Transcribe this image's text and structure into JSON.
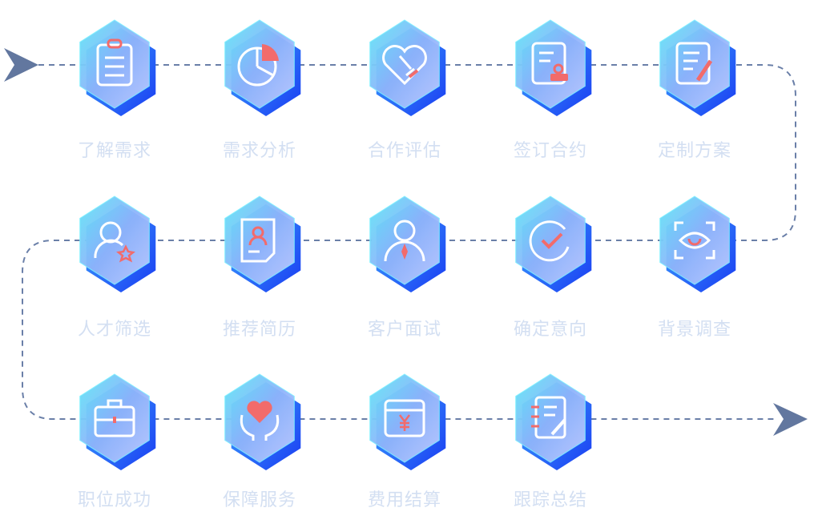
{
  "colors": {
    "line": "#6a7fa8",
    "label": "#d3dff2",
    "accent": "#f26b6b",
    "hex_back": "#1f45f2",
    "hex_front_a": "#5fe6f6",
    "hex_front_b": "#b4c6ff"
  },
  "steps": [
    {
      "label": "了解需求",
      "icon": "clipboard-icon"
    },
    {
      "label": "需求分析",
      "icon": "pie-chart-icon"
    },
    {
      "label": "合作评估",
      "icon": "heart-handshake-icon"
    },
    {
      "label": "签订合约",
      "icon": "contract-stamp-icon"
    },
    {
      "label": "定制方案",
      "icon": "document-edit-icon"
    },
    {
      "label": "人才筛选",
      "icon": "user-star-icon"
    },
    {
      "label": "推荐简历",
      "icon": "resume-icon"
    },
    {
      "label": "客户面试",
      "icon": "interview-user-icon"
    },
    {
      "label": "确定意向",
      "icon": "check-circle-icon"
    },
    {
      "label": "背景调查",
      "icon": "eye-scan-icon"
    },
    {
      "label": "职位成功",
      "icon": "briefcase-icon"
    },
    {
      "label": "保障服务",
      "icon": "heart-hands-icon"
    },
    {
      "label": "费用结算",
      "icon": "payment-icon"
    },
    {
      "label": "跟踪总结",
      "icon": "notebook-icon"
    }
  ]
}
